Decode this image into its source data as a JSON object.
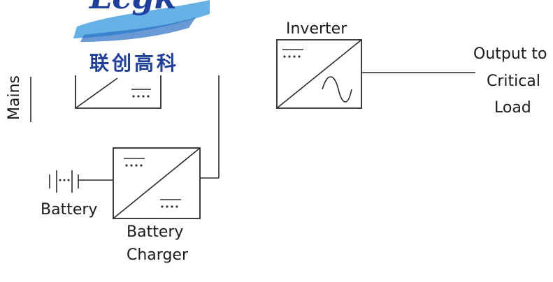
{
  "logo": {
    "latin_text": "Lcgk",
    "cn_text": "联创高科",
    "colors": {
      "primary": "#1e3f9c",
      "wave": "#4aa3e0"
    }
  },
  "labels": {
    "mains": "Mains",
    "inverter": "Inverter",
    "output_line1": "Output to",
    "output_line2": "Critical",
    "output_line3": "Load",
    "battery": "Battery",
    "charger_line1": "Battery",
    "charger_line2": "Charger"
  },
  "icons": {
    "dc_symbol": "dc-symbol-icon",
    "ac_wave": "sine-wave-icon",
    "battery_cell": "battery-icon"
  }
}
